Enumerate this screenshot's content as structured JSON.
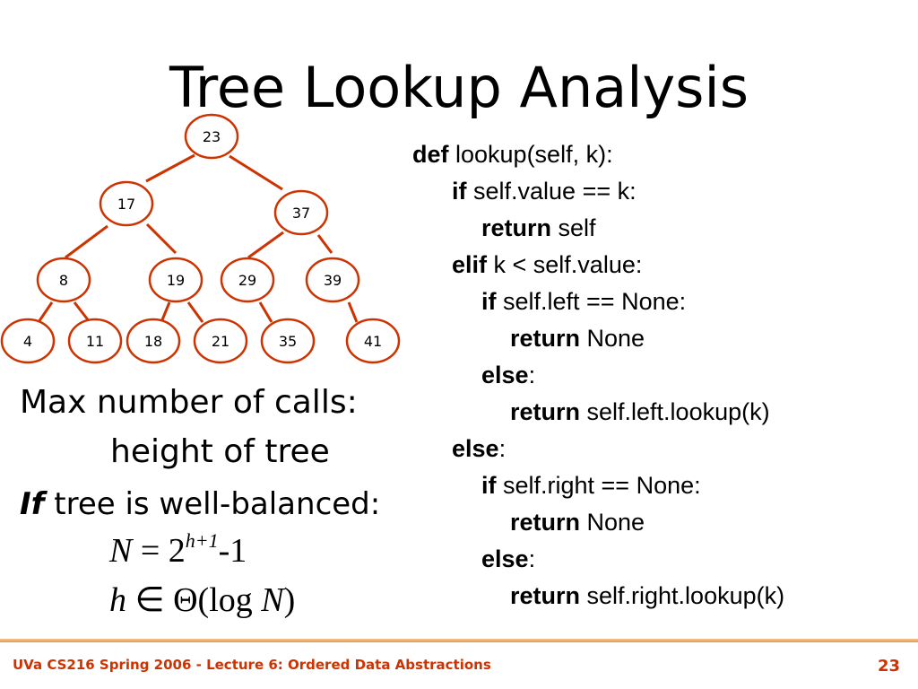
{
  "slide": {
    "title": "Tree Lookup Analysis",
    "footer": "UVa CS216 Spring 2006 - Lecture 6: Ordered Data Abstractions",
    "page_number": "23"
  },
  "tree": {
    "edge_color": "#cc3300",
    "node_border_color": "#cc3300",
    "nodes": [
      "23",
      "17",
      "37",
      "8",
      "19",
      "29",
      "39",
      "4",
      "11",
      "18",
      "21",
      "35",
      "41"
    ]
  },
  "code": {
    "lines": [
      {
        "kw": "def",
        "rest": " lookup(self, k):"
      },
      {
        "kw": "if",
        "rest": " self.value == k:"
      },
      {
        "kw": "return",
        "rest": " self"
      },
      {
        "kw": "elif",
        "rest": " k < self.value:"
      },
      {
        "kw": "if",
        "rest": " self.left == None:"
      },
      {
        "kw": "return",
        "rest": " None"
      },
      {
        "kw": "else",
        "rest": ":"
      },
      {
        "kw": "return",
        "rest": " self.left.lookup(k)"
      },
      {
        "kw": "else",
        "rest": ":"
      },
      {
        "kw": "if",
        "rest": " self.right == None:"
      },
      {
        "kw": "return",
        "rest": " None"
      },
      {
        "kw": "else",
        "rest": ":"
      },
      {
        "kw": "return",
        "rest": " self.right.lookup(k)"
      }
    ]
  },
  "analysis": {
    "line1": "Max number of calls:",
    "line2": "height of tree",
    "if_word": "If",
    "if_rest": " tree is well-balanced:",
    "eq1_lhs": "N",
    "eq1_eq": " = 2",
    "eq1_sup": "h+1",
    "eq1_rest": "-1",
    "eq2_lhs": "h",
    "eq2_mid": " ∈ Θ(log ",
    "eq2_var": "N",
    "eq2_end": ")"
  }
}
